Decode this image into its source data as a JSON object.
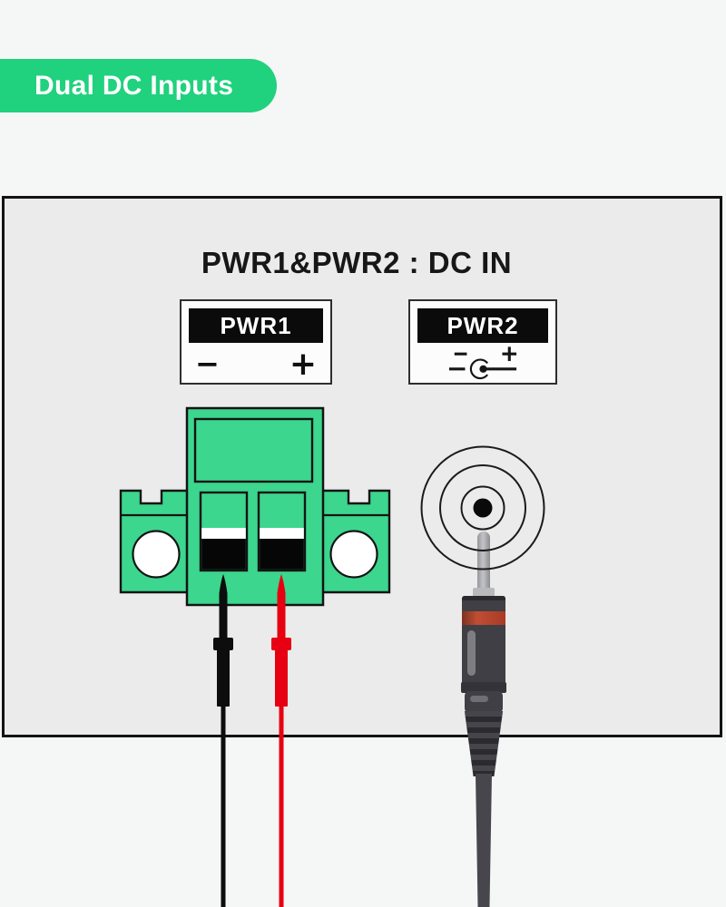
{
  "badge": {
    "label": "Dual DC Inputs",
    "color": "#20D17E"
  },
  "panel": {
    "title": "PWR1&PWR2 : DC IN"
  },
  "pwr1": {
    "label": "PWR1",
    "minus": "−",
    "plus": "+",
    "connector_icon": "terminal-block-icon",
    "wire_icons": [
      "black-negative-probe-icon",
      "red-positive-probe-icon"
    ]
  },
  "pwr2": {
    "label": "PWR2",
    "polarity_icon": "center-positive-polarity-icon",
    "connector_icon": "dc-barrel-jack-icon",
    "plug_icon": "dc-plug-icon"
  },
  "colors": {
    "page_bg": "#F5F6F6",
    "panel_bg": "#EBEBEB",
    "badge_green": "#20D17E",
    "connector_green": "#3CD68E",
    "probe_black": "#0D0D0D",
    "probe_red": "#E60012",
    "plug_dark": "#3F3F45",
    "plug_band_red": "#B5422C"
  }
}
